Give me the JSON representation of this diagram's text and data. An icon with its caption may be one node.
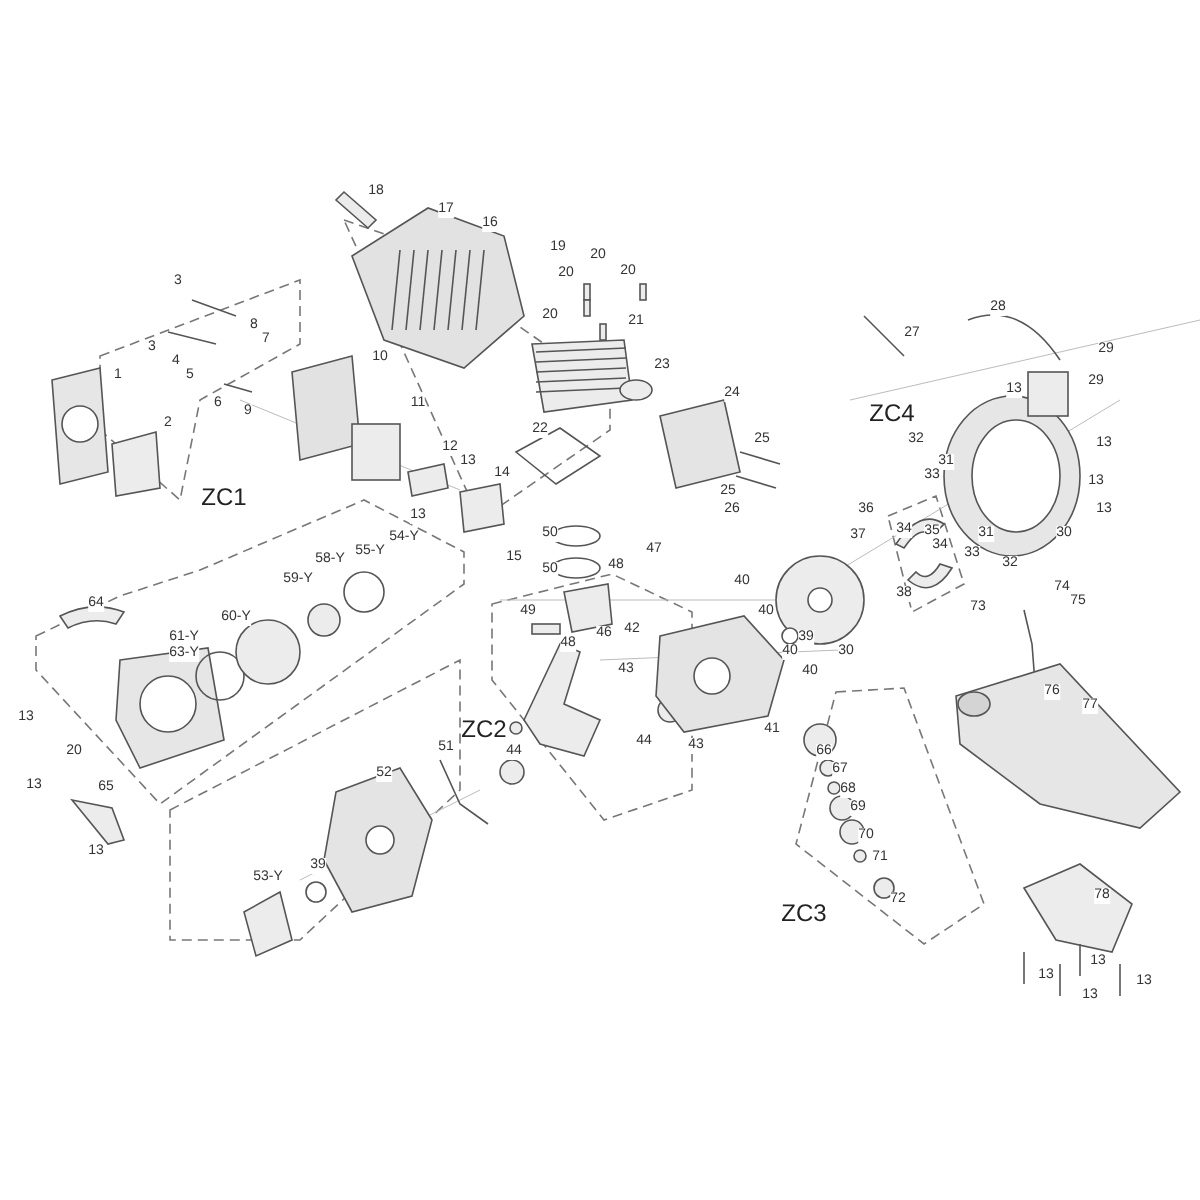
{
  "diagram": {
    "labels": [
      "18",
      "17",
      "16",
      "19",
      "20",
      "28",
      "3",
      "20",
      "20",
      "27",
      "20",
      "21",
      "8",
      "7",
      "3",
      "29",
      "10",
      "4",
      "23",
      "5",
      "1",
      "29",
      "13",
      "24",
      "6",
      "11",
      "9",
      "ZC4",
      "2",
      "22",
      "25",
      "32",
      "13",
      "12",
      "13",
      "31",
      "14",
      "33",
      "13",
      "25",
      "ZC1",
      "26",
      "36",
      "13",
      "13",
      "34",
      "35",
      "37",
      "31",
      "30",
      "50",
      "54-Y",
      "34",
      "47",
      "33",
      "55-Y",
      "58-Y",
      "15",
      "32",
      "48",
      "50",
      "59-Y",
      "40",
      "38",
      "74",
      "75",
      "64",
      "73",
      "49",
      "40",
      "60-Y",
      "46",
      "42",
      "61-Y",
      "39",
      "48",
      "40",
      "30",
      "63-Y",
      "43",
      "40",
      "76",
      "77",
      "13",
      "41",
      "ZC2",
      "44",
      "43",
      "51",
      "44",
      "20",
      "66",
      "67",
      "52",
      "13",
      "65",
      "68",
      "69",
      "70",
      "13",
      "71",
      "39",
      "53-Y",
      "78",
      "72",
      "ZC3",
      "13",
      "13",
      "13",
      "13"
    ]
  }
}
